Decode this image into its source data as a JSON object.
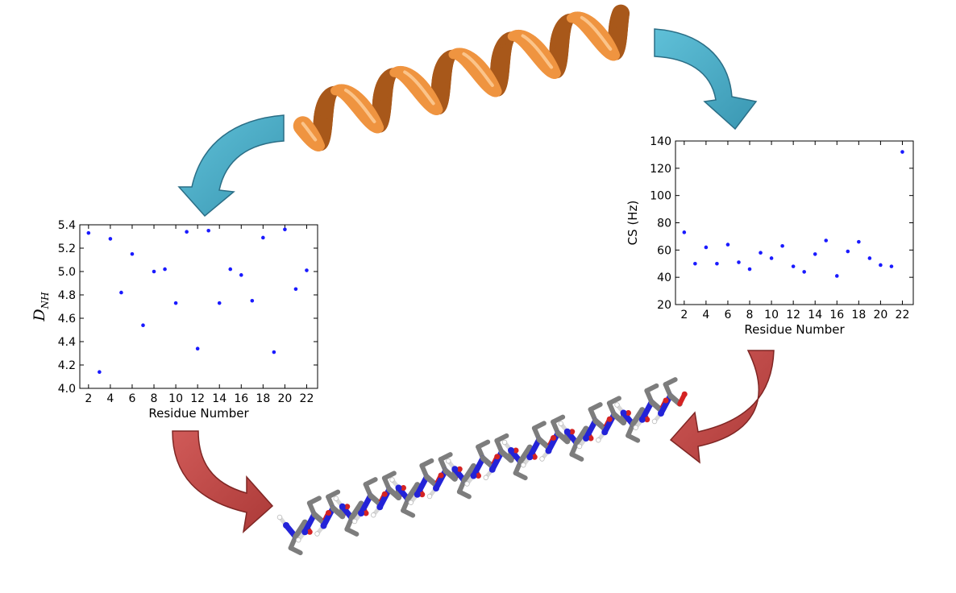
{
  "colors": {
    "helix": "#e9852e",
    "helix_dark": "#8a4710",
    "arrow_blue": "#46a9c3",
    "arrow_blue_edge": "#2b6e86",
    "arrow_red": "#bf4a48",
    "arrow_red_edge": "#7f2624",
    "point": "#1a1aff",
    "carbon": "#7d7d7d",
    "nitrogen": "#2323d8",
    "oxygen": "#d42323",
    "hydrogen": "#ffffff"
  },
  "chart_data": [
    {
      "type": "scatter",
      "xlabel": "Residue Number",
      "ylabel": "D",
      "ylabel_sub": "NH",
      "xlim": [
        1.2,
        23
      ],
      "ylim": [
        4.0,
        5.4
      ],
      "xticks": [
        "2",
        "4",
        "6",
        "8",
        "10",
        "12",
        "14",
        "16",
        "18",
        "20",
        "22"
      ],
      "yticks": [
        "4.0",
        "4.2",
        "4.4",
        "4.6",
        "4.8",
        "5.0",
        "5.2",
        "5.4"
      ],
      "x": [
        2,
        3,
        4,
        5,
        6,
        7,
        8,
        9,
        10,
        11,
        12,
        13,
        14,
        15,
        16,
        17,
        18,
        19,
        20,
        21,
        22
      ],
      "y": [
        5.33,
        4.14,
        5.28,
        4.82,
        5.15,
        4.54,
        5.0,
        5.02,
        4.73,
        5.34,
        4.34,
        5.35,
        4.73,
        5.02,
        4.97,
        4.75,
        5.29,
        4.31,
        5.36,
        4.85,
        5.01
      ]
    },
    {
      "type": "scatter",
      "xlabel": "Residue Number",
      "ylabel": "CS (Hz)",
      "xlim": [
        1.2,
        23
      ],
      "ylim": [
        20,
        140
      ],
      "xticks": [
        "2",
        "4",
        "6",
        "8",
        "10",
        "12",
        "14",
        "16",
        "18",
        "20",
        "22"
      ],
      "yticks": [
        "20",
        "40",
        "60",
        "80",
        "100",
        "120",
        "140"
      ],
      "x": [
        2,
        3,
        4,
        5,
        6,
        7,
        8,
        9,
        10,
        11,
        12,
        13,
        14,
        15,
        16,
        17,
        18,
        19,
        20,
        21,
        22
      ],
      "y": [
        73,
        50,
        62,
        50,
        64,
        51,
        46,
        58,
        54,
        63,
        48,
        44,
        57,
        67,
        41,
        59,
        66,
        54,
        49,
        48,
        132
      ]
    }
  ]
}
